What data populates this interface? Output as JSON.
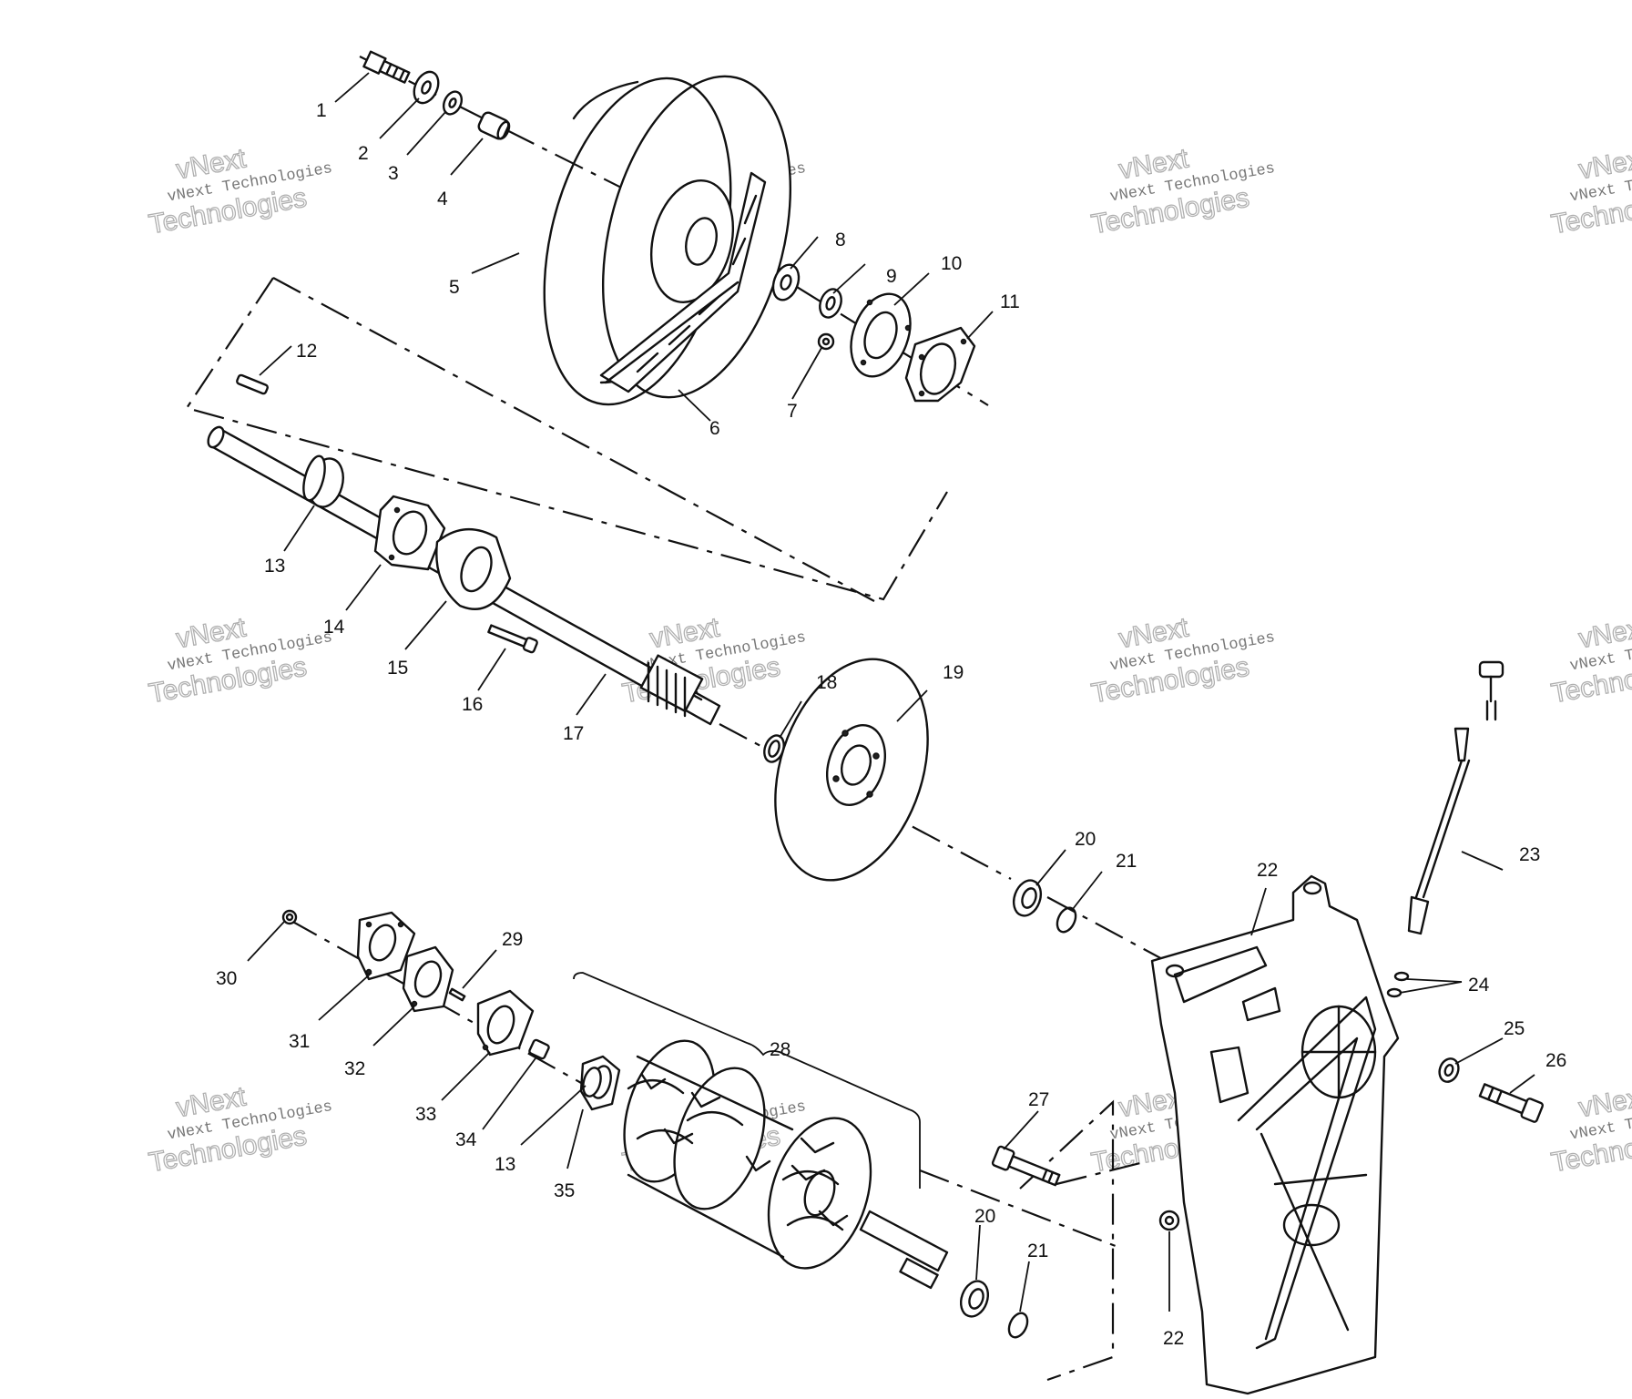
{
  "watermark": {
    "line1": "vNext Technologies",
    "line2": "Technologies",
    "small": "vNext"
  },
  "callouts": [
    "1",
    "2",
    "3",
    "4",
    "5",
    "6",
    "7",
    "8",
    "9",
    "10",
    "11",
    "12",
    "13",
    "14",
    "15",
    "16",
    "17",
    "18",
    "19",
    "20",
    "21",
    "22",
    "23",
    "24",
    "25",
    "26",
    "27",
    "28",
    "29",
    "30",
    "31",
    "32",
    "33",
    "34",
    "35"
  ],
  "colors": {
    "ink": "#111111",
    "watermark": "#9a9a9a",
    "background": "#ffffff"
  }
}
